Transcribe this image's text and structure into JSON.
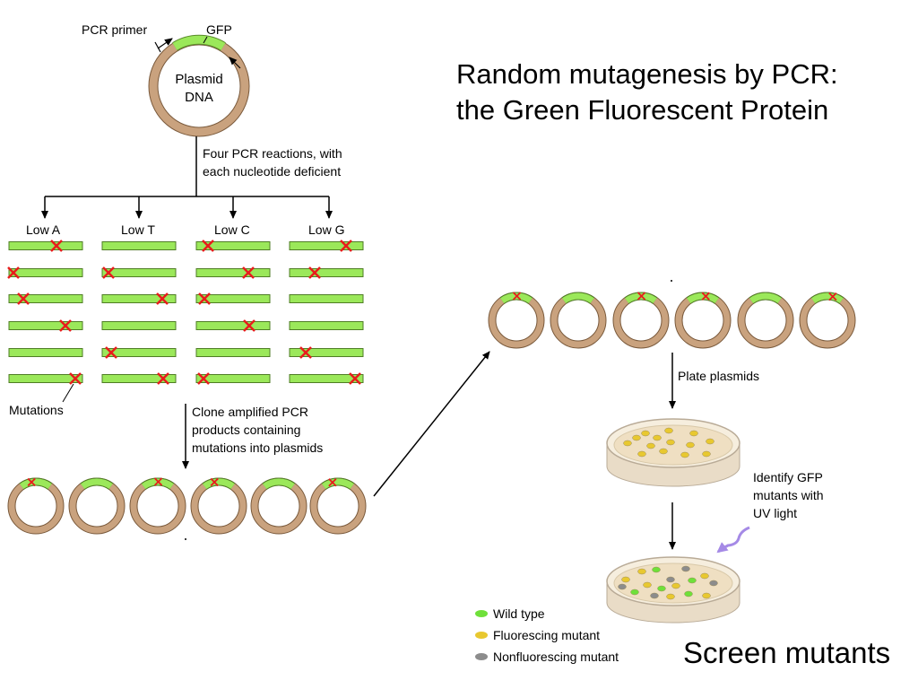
{
  "title": "Random mutagenesis by PCR: the Green Fluorescent Protein",
  "caption_screen": "Screen mutants",
  "labels": {
    "pcr_primer": "PCR primer",
    "gfp": "GFP",
    "plasmid_line1": "Plasmid",
    "plasmid_line2": "DNA",
    "step1_line1": "Four PCR reactions, with",
    "step1_line2": "each nucleotide deficient",
    "low_a": "Low A",
    "low_t": "Low T",
    "low_c": "Low C",
    "low_g": "Low G",
    "mutations": "Mutations",
    "step2_line1": "Clone amplified PCR",
    "step2_line2": "products containing",
    "step2_line3": "mutations into plasmids",
    "plate_plasmids": "Plate plasmids",
    "identify_line1": "Identify GFP",
    "identify_line2": "mutants with",
    "identify_line3": "UV light"
  },
  "legend": [
    {
      "label": "Wild type",
      "color": "#6fe03a"
    },
    {
      "label": "Fluorescing mutant",
      "color": "#e8c830"
    },
    {
      "label": "Nonfluorescing mutant",
      "color": "#8c8c8c"
    }
  ],
  "colors": {
    "dna_ring": "#c9a27e",
    "gfp_segment": "#9be85a",
    "mutation_mark": "#e81c1c",
    "plate_media": "#f3e6cf",
    "uv_arrow": "#a58ae6"
  }
}
